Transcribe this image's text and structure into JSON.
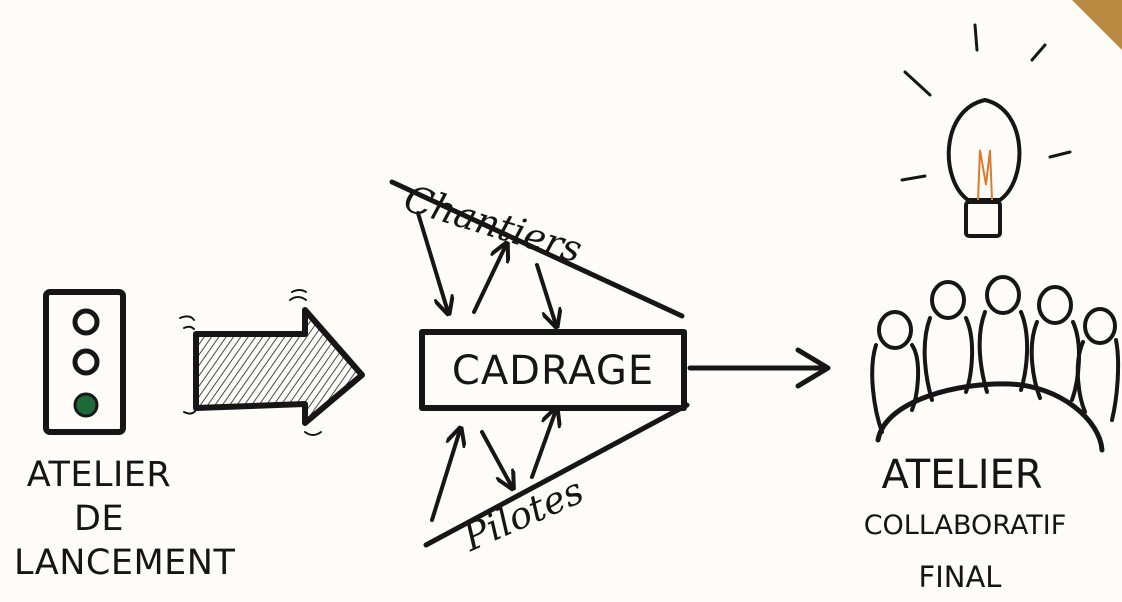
{
  "diagram": {
    "left_label": [
      "ATELIER",
      "DE",
      "LANCEMENT"
    ],
    "center_label": "CADRAGE",
    "top_branch_label": "Chantiers",
    "bottom_branch_label": "Pilotes",
    "right_label_line1": "ATELIER",
    "right_label_line2": "COLLABORATIF",
    "right_label_line3": "FINAL"
  },
  "icons": [
    "traffic-light-icon",
    "hatched-arrow-icon",
    "light-bulb-icon",
    "group-of-people-icon"
  ],
  "colors": {
    "ink": "#161616",
    "paper": "#fdfcf8",
    "green_light": "#1d6b3a",
    "filament": "#e07a2a",
    "corner": "#b9893f"
  }
}
